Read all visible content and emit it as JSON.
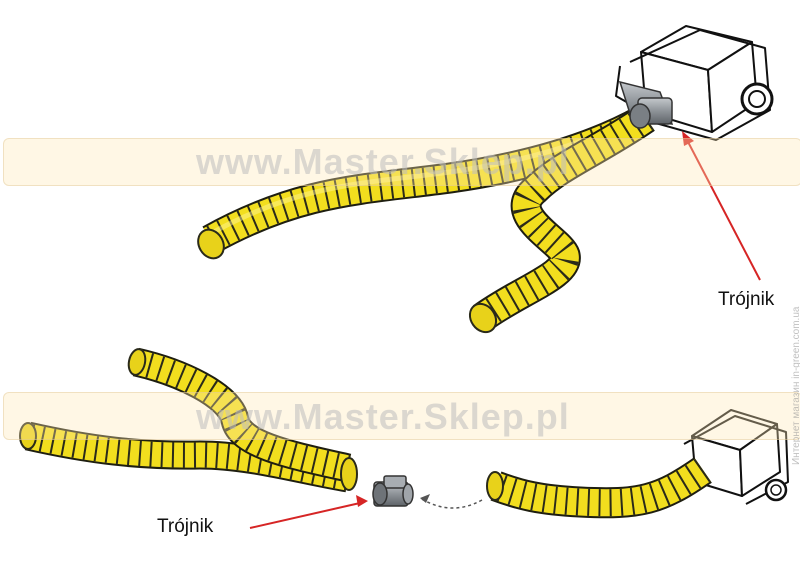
{
  "labels": {
    "top_connector": "Trójnik",
    "bottom_connector": "Trójnik"
  },
  "watermarks": {
    "band_text": "www.Master.Sklep.pl",
    "side_text": "Интернет магазин in-green.com.ua"
  },
  "colors": {
    "duct_yellow": "#F2DE1E",
    "duct_rib": "#2a2a1a",
    "arrow_red": "#D62525",
    "fitting_grey": "#8E9398"
  }
}
